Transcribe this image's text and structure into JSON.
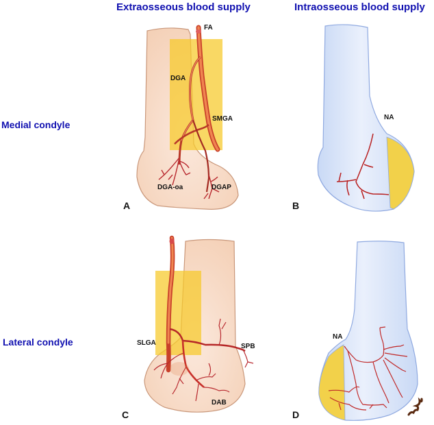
{
  "headers": {
    "extraosseous": "Extraosseous blood supply",
    "intraosseous": "Intraosseous blood supply"
  },
  "rows": {
    "medial": "Medial condyle",
    "lateral": "Lateral condyle"
  },
  "panels": {
    "A": {
      "letter": "A",
      "labels": {
        "fa": "FA",
        "dga": "DGA",
        "smga": "SMGA",
        "dga_oa": "DGA-oa",
        "dgap": "DGAP"
      }
    },
    "B": {
      "letter": "B",
      "labels": {
        "na": "NA"
      }
    },
    "C": {
      "letter": "C",
      "labels": {
        "slga": "SLGA",
        "spb": "SPB",
        "dab": "DAB"
      }
    },
    "D": {
      "letter": "D",
      "labels": {
        "na": "NA"
      }
    }
  },
  "colors": {
    "title_blue": "#1010b0",
    "bone_extraosseous": "#f6d9c4",
    "bone_intraosseous": "#d8e4f8",
    "highlight_yellow": "#f7cd2e",
    "artery_red": "#c0392b"
  }
}
